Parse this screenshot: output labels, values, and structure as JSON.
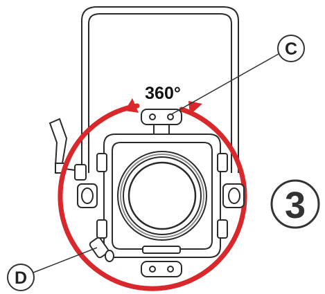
{
  "rotation_label": "360°",
  "callouts": {
    "c": "C",
    "d": "D"
  },
  "step_number": "3",
  "colors": {
    "rotation_arrow": "#d8282c",
    "line_art": "#2a2a2a",
    "badge_stroke": "#333333"
  }
}
